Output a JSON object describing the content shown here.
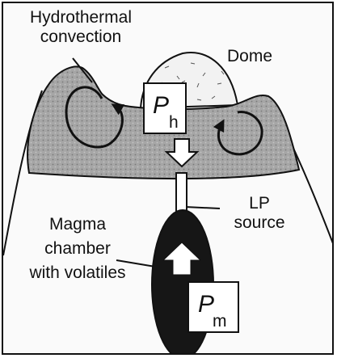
{
  "labels": {
    "convection": [
      "Hydrothermal",
      "convection"
    ],
    "dome": "Dome",
    "lp_source": [
      "LP",
      "source"
    ],
    "magma": [
      "Magma",
      "chamber",
      "with volatiles"
    ]
  },
  "pressure_boxes": {
    "hydrothermal": {
      "symbol": "P",
      "subscript": "h"
    },
    "magma": {
      "symbol": "P",
      "subscript": "m"
    }
  },
  "colors": {
    "edifice_fill": "#a8a8a8",
    "dome_fill": "#f4f4f4",
    "magma_fill": "#161616",
    "line": "#111111"
  }
}
